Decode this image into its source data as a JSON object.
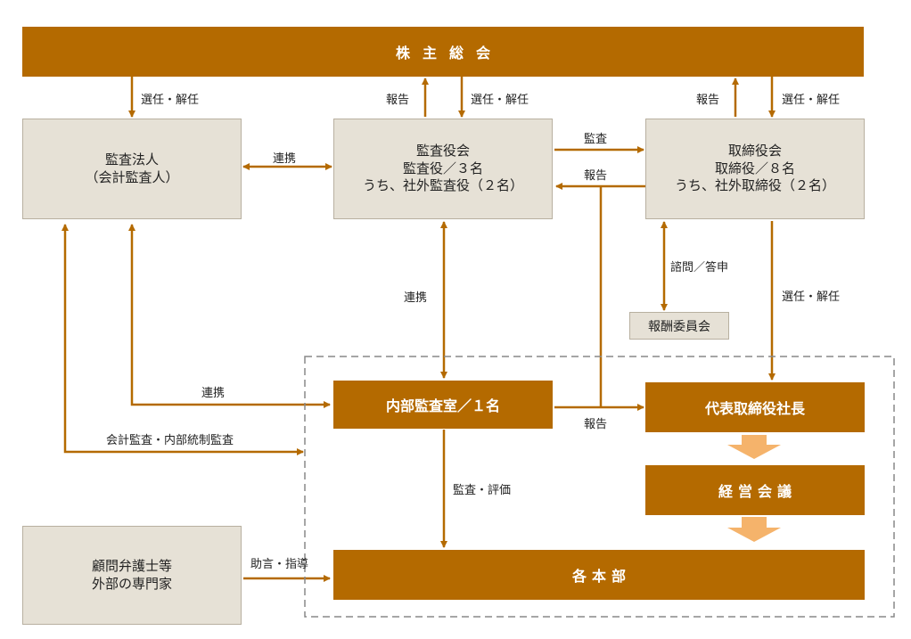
{
  "nodes": {
    "shareholders": "株主総会",
    "auditor_firm": [
      "監査法人",
      "（会計監査人）"
    ],
    "audit_board": [
      "監査役会",
      "監査役／３名",
      "うち、社外監査役（２名）"
    ],
    "board": [
      "取締役会",
      "取締役／８名",
      "うち、社外取締役（２名）"
    ],
    "compensation": "報酬委員会",
    "internal_audit": "内部監査室／１名",
    "president": "代表取締役社長",
    "management": "経営会議",
    "divisions": "各本部",
    "advisors": [
      "顧問弁護士等",
      "外部の専門家"
    ]
  },
  "labels": {
    "elect1": "選任・解任",
    "report1": "報告",
    "elect2": "選任・解任",
    "report2": "報告",
    "elect3": "選任・解任",
    "coop1": "連携",
    "audit1": "監査",
    "report3": "報告",
    "consult": "諮問／答申",
    "coop2": "連携",
    "elect4": "選任・解任",
    "coop3": "連携",
    "report4": "報告",
    "account_audit": "会計監査・内部統制監査",
    "audit_eval": "監査・評価",
    "advice": "助言・指導"
  },
  "colors": {
    "primary": "#b46a00",
    "box": "#e6e1d6",
    "arrow_light": "#f5b36b",
    "dashed": "#888888"
  }
}
